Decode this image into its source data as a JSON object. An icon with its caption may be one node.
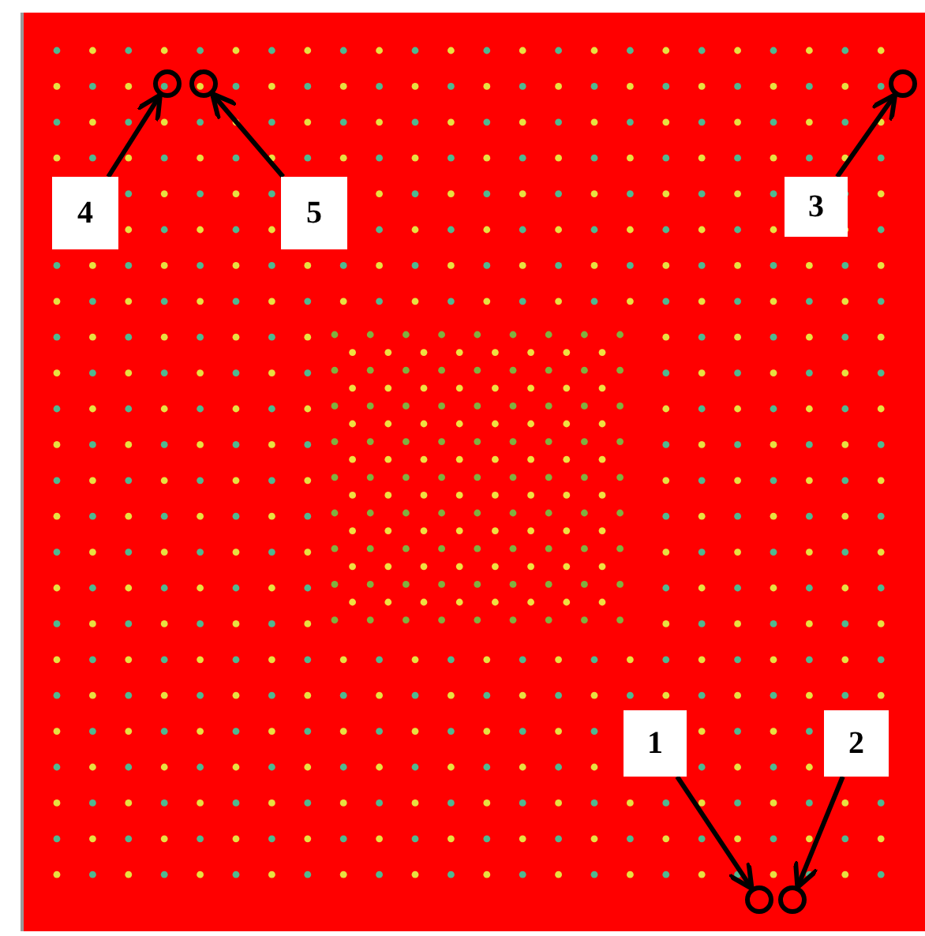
{
  "diagram": {
    "nodes": [
      {
        "text": [
          "1"
        ]
      },
      {
        "text": [
          "2"
        ]
      },
      {
        "text": [
          "3"
        ]
      },
      {
        "text": [
          "4"
        ]
      },
      {
        "text": [
          "5"
        ]
      },
      {
        "text": [],
        "shape": "circle"
      },
      {
        "text": [],
        "shape": "circle"
      },
      {
        "text": [],
        "shape": "circle"
      },
      {
        "text": [],
        "shape": "circle"
      },
      {
        "text": [],
        "shape": "circle"
      }
    ],
    "edges": [
      {
        "from": 0,
        "to": 8,
        "arrow": "to"
      },
      {
        "from": 1,
        "to": 9,
        "arrow": "to"
      },
      {
        "from": 2,
        "to": 7,
        "arrow": "to"
      },
      {
        "from": 3,
        "to": 5,
        "arrow": "to"
      },
      {
        "from": 4,
        "to": 6,
        "arrow": "to"
      }
    ]
  }
}
